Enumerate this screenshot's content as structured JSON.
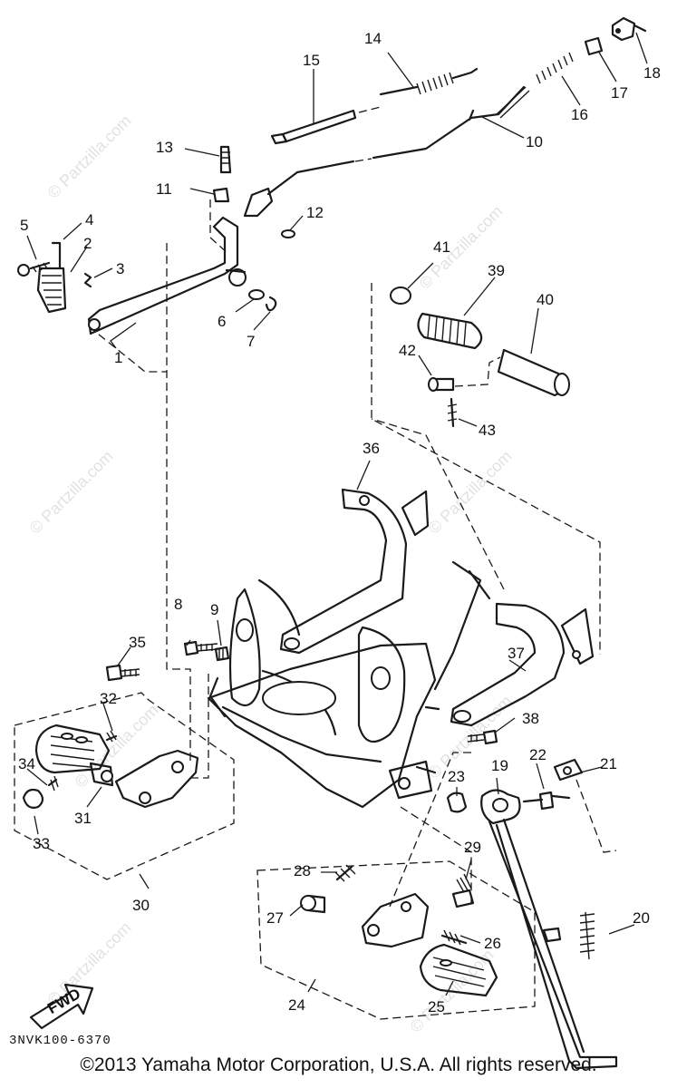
{
  "diagram": {
    "callouts": [
      "1",
      "2",
      "3",
      "4",
      "5",
      "6",
      "7",
      "8",
      "9",
      "10",
      "11",
      "12",
      "13",
      "14",
      "15",
      "16",
      "17",
      "18",
      "19",
      "20",
      "21",
      "22",
      "23",
      "24",
      "25",
      "26",
      "27",
      "28",
      "29",
      "30",
      "31",
      "32",
      "33",
      "34",
      "35",
      "36",
      "37",
      "38",
      "39",
      "40",
      "41",
      "42",
      "43"
    ],
    "fwd_label": "FWD",
    "part_code": "3NVK100-6370",
    "watermark": "© Partzilla.com"
  },
  "footer": {
    "copyright": "©2013  Yamaha Motor Corporation, U.S.A. All rights reserved."
  }
}
